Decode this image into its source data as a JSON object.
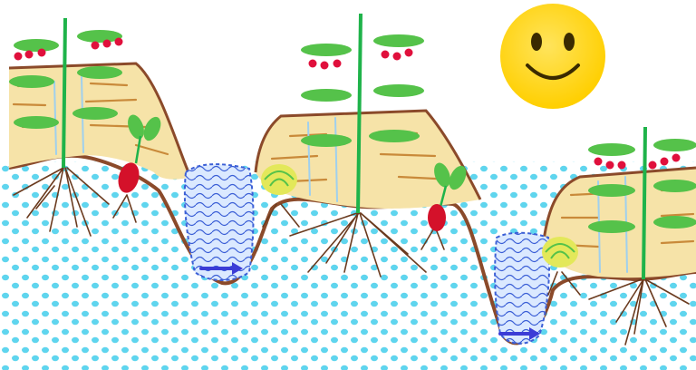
{
  "illustration": {
    "kind": "hand-drawn garden cross-section",
    "elements": [
      "tomato-plant",
      "tomato-plant",
      "tomato-plant",
      "radish",
      "radish",
      "lettuce",
      "lettuce",
      "water-trench",
      "water-trench",
      "sun"
    ],
    "colors": {
      "soil_outline": "#8b4a2a",
      "mound_fill": "#f6e3a8",
      "mound_stripes": "#c98a3a",
      "straw_blue": "#9fd0ee",
      "water_blue": "#3b5fd6",
      "water_fill": "#dbe9ff",
      "groundwater_dots": "#5fd5ee",
      "stem_green": "#1fb34a",
      "leaf_green": "#55c24a",
      "tomato_red": "#e0103c",
      "radish_red": "#d4112a",
      "lettuce_yellow": "#e3e85a",
      "root_brown": "#6b3b1f",
      "sun_yellow": "#ffcf00",
      "arrow_blue": "#3b3cd6"
    }
  }
}
